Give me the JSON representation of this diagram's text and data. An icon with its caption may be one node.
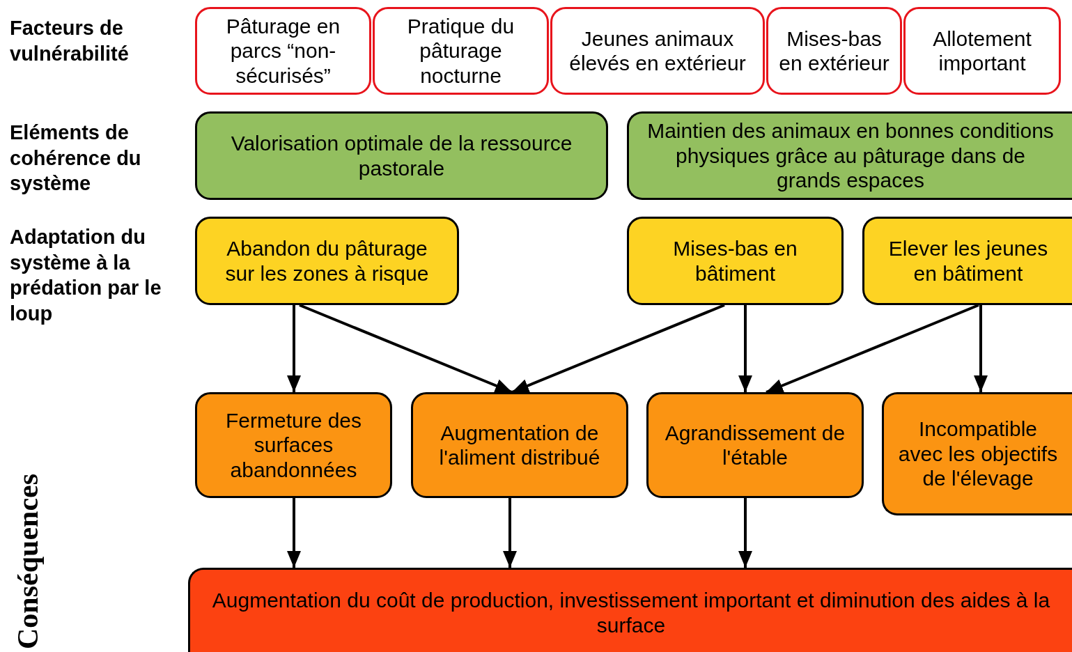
{
  "diagram": {
    "nodes": [
      {
        "text": [
          "Pâturage en parcs “non-sécurisés”"
        ]
      },
      {
        "text": [
          "Pratique du pâturage nocturne"
        ]
      },
      {
        "text": [
          "Jeunes animaux élevés en extérieur"
        ]
      },
      {
        "text": [
          "Mises-bas en extérieur"
        ]
      },
      {
        "text": [
          "Allotement important"
        ]
      },
      {
        "text": [
          "Valorisation optimale de la ressource pastorale"
        ]
      },
      {
        "text": [
          "Maintien des animaux en bonnes conditions physiques grâce au pâturage dans de grands espaces"
        ]
      },
      {
        "text": [
          "Abandon du pâturage sur les zones à risque"
        ]
      },
      {
        "text": [
          "Mises-bas en bâtiment"
        ]
      },
      {
        "text": [
          "Elever les jeunes en bâtiment"
        ]
      },
      {
        "text": [
          "Fermeture des surfaces abandonnées"
        ]
      },
      {
        "text": [
          "Augmentation de l'aliment distribué"
        ]
      },
      {
        "text": [
          "Agrandissement de l'étable"
        ]
      },
      {
        "text": [
          "Incompatible avec les objectifs de l'élevage"
        ]
      },
      {
        "text": [
          "Augmentation du coût de production, investissement important et diminution des aides à la surface"
        ]
      }
    ],
    "edges": [
      {
        "from": 7,
        "to": 10,
        "arrow": "to"
      },
      {
        "from": 7,
        "to": 11,
        "arrow": "to"
      },
      {
        "from": 8,
        "to": 11,
        "arrow": "to"
      },
      {
        "from": 8,
        "to": 12,
        "arrow": "to"
      },
      {
        "from": 9,
        "to": 12,
        "arrow": "to"
      },
      {
        "from": 9,
        "to": 13,
        "arrow": "to"
      },
      {
        "from": 10,
        "to": 14,
        "arrow": "to"
      },
      {
        "from": 11,
        "to": 14,
        "arrow": "to"
      },
      {
        "from": 12,
        "to": 14,
        "arrow": "to"
      }
    ],
    "labels": [
      "Facteurs de vulnérabilité",
      "Eléments de cohérence du système",
      "Adaptation du système à la prédation par le loup",
      "Conséquences"
    ]
  }
}
